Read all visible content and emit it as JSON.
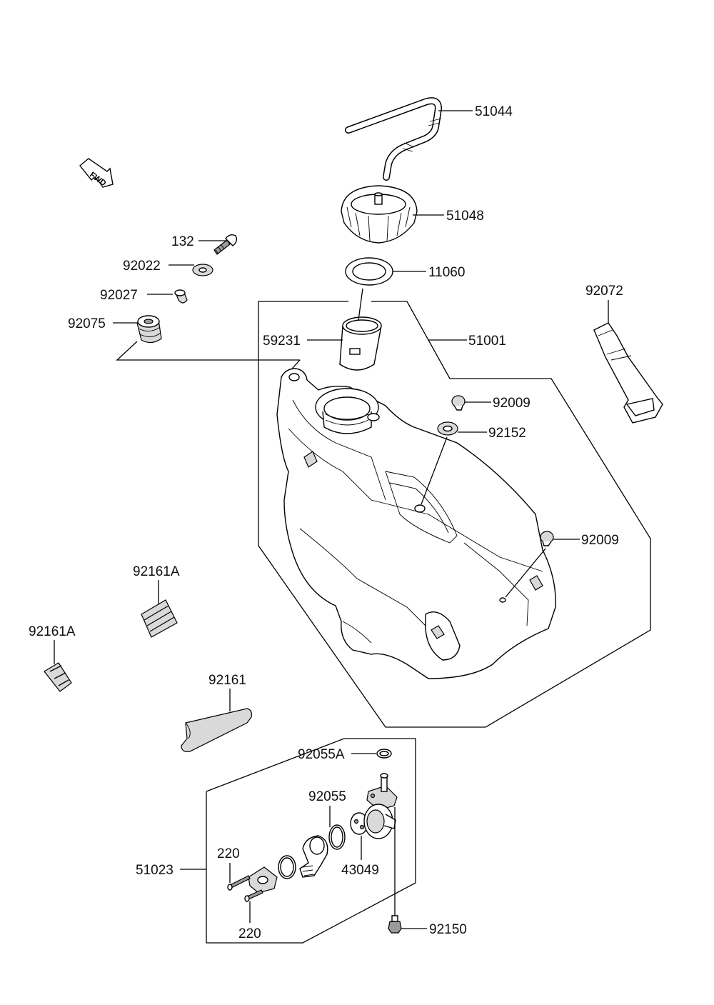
{
  "diagram": {
    "fwd_label": "FWD",
    "labels": {
      "p51044": "51044",
      "p51048": "51048",
      "p11060": "11060",
      "p51001": "51001",
      "p59231": "59231",
      "p132": "132",
      "p92022": "92022",
      "p92027": "92027",
      "p92075": "92075",
      "p92072": "92072",
      "p92009a": "92009",
      "p92152": "92152",
      "p92009b": "92009",
      "p92161A_a": "92161A",
      "p92161A_b": "92161A",
      "p92161": "92161",
      "p92055A": "92055A",
      "p92055": "92055",
      "p43049": "43049",
      "p51023": "51023",
      "p220a": "220",
      "p220b": "220",
      "p92150": "92150"
    }
  }
}
